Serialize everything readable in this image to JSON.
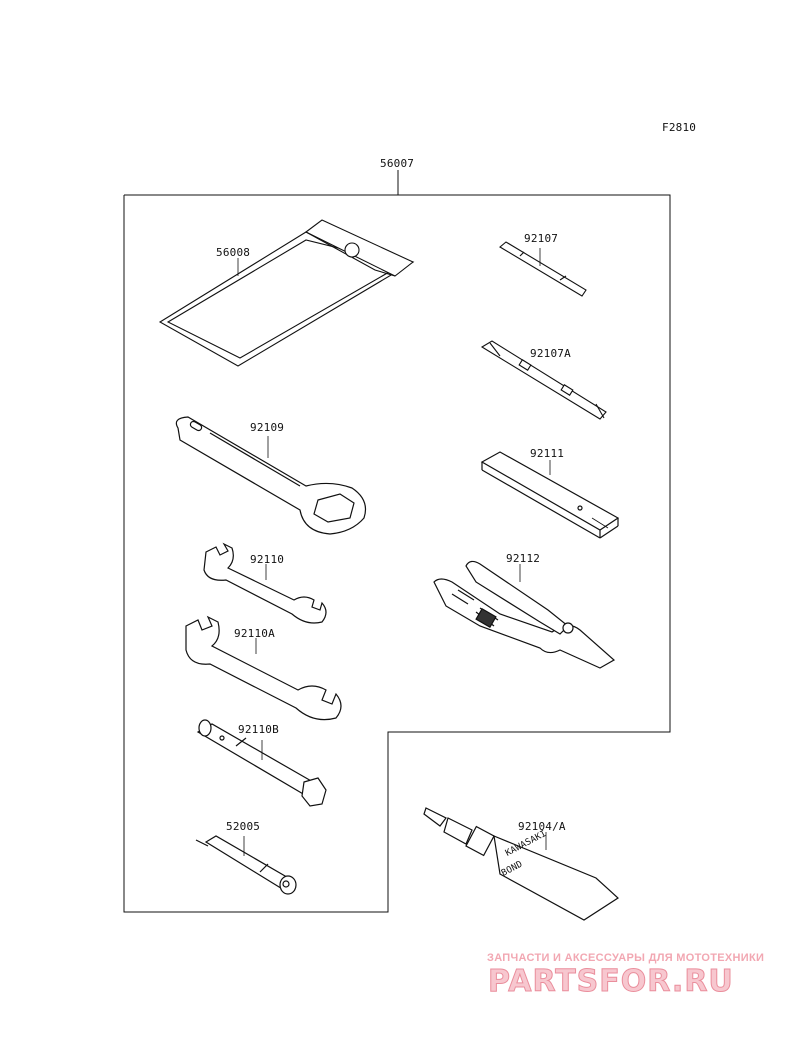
{
  "diagram": {
    "figure_code": "F2810",
    "kit_part": "56007",
    "parts": [
      {
        "id": "56008",
        "name": "tool-bag"
      },
      {
        "id": "92107",
        "name": "screwdriver-bit"
      },
      {
        "id": "92107A",
        "name": "screwdriver-bit-a"
      },
      {
        "id": "92109",
        "name": "ring-spanner"
      },
      {
        "id": "92111",
        "name": "handle"
      },
      {
        "id": "92110",
        "name": "open-end-wrench"
      },
      {
        "id": "92112",
        "name": "pliers"
      },
      {
        "id": "92110A",
        "name": "open-end-wrench-a"
      },
      {
        "id": "92110B",
        "name": "box-wrench"
      },
      {
        "id": "52005",
        "name": "spark-plug-wrench"
      },
      {
        "id": "92104/A",
        "name": "grease-tube"
      }
    ],
    "grease_tube_text": [
      "KAWASAKI",
      "BOND"
    ]
  },
  "watermark": {
    "tagline": "ЗАПЧАСТИ И АКСЕССУАРЫ ДЛЯ МОТОТЕХНИКИ",
    "logo": "PARTSFOR.RU"
  }
}
